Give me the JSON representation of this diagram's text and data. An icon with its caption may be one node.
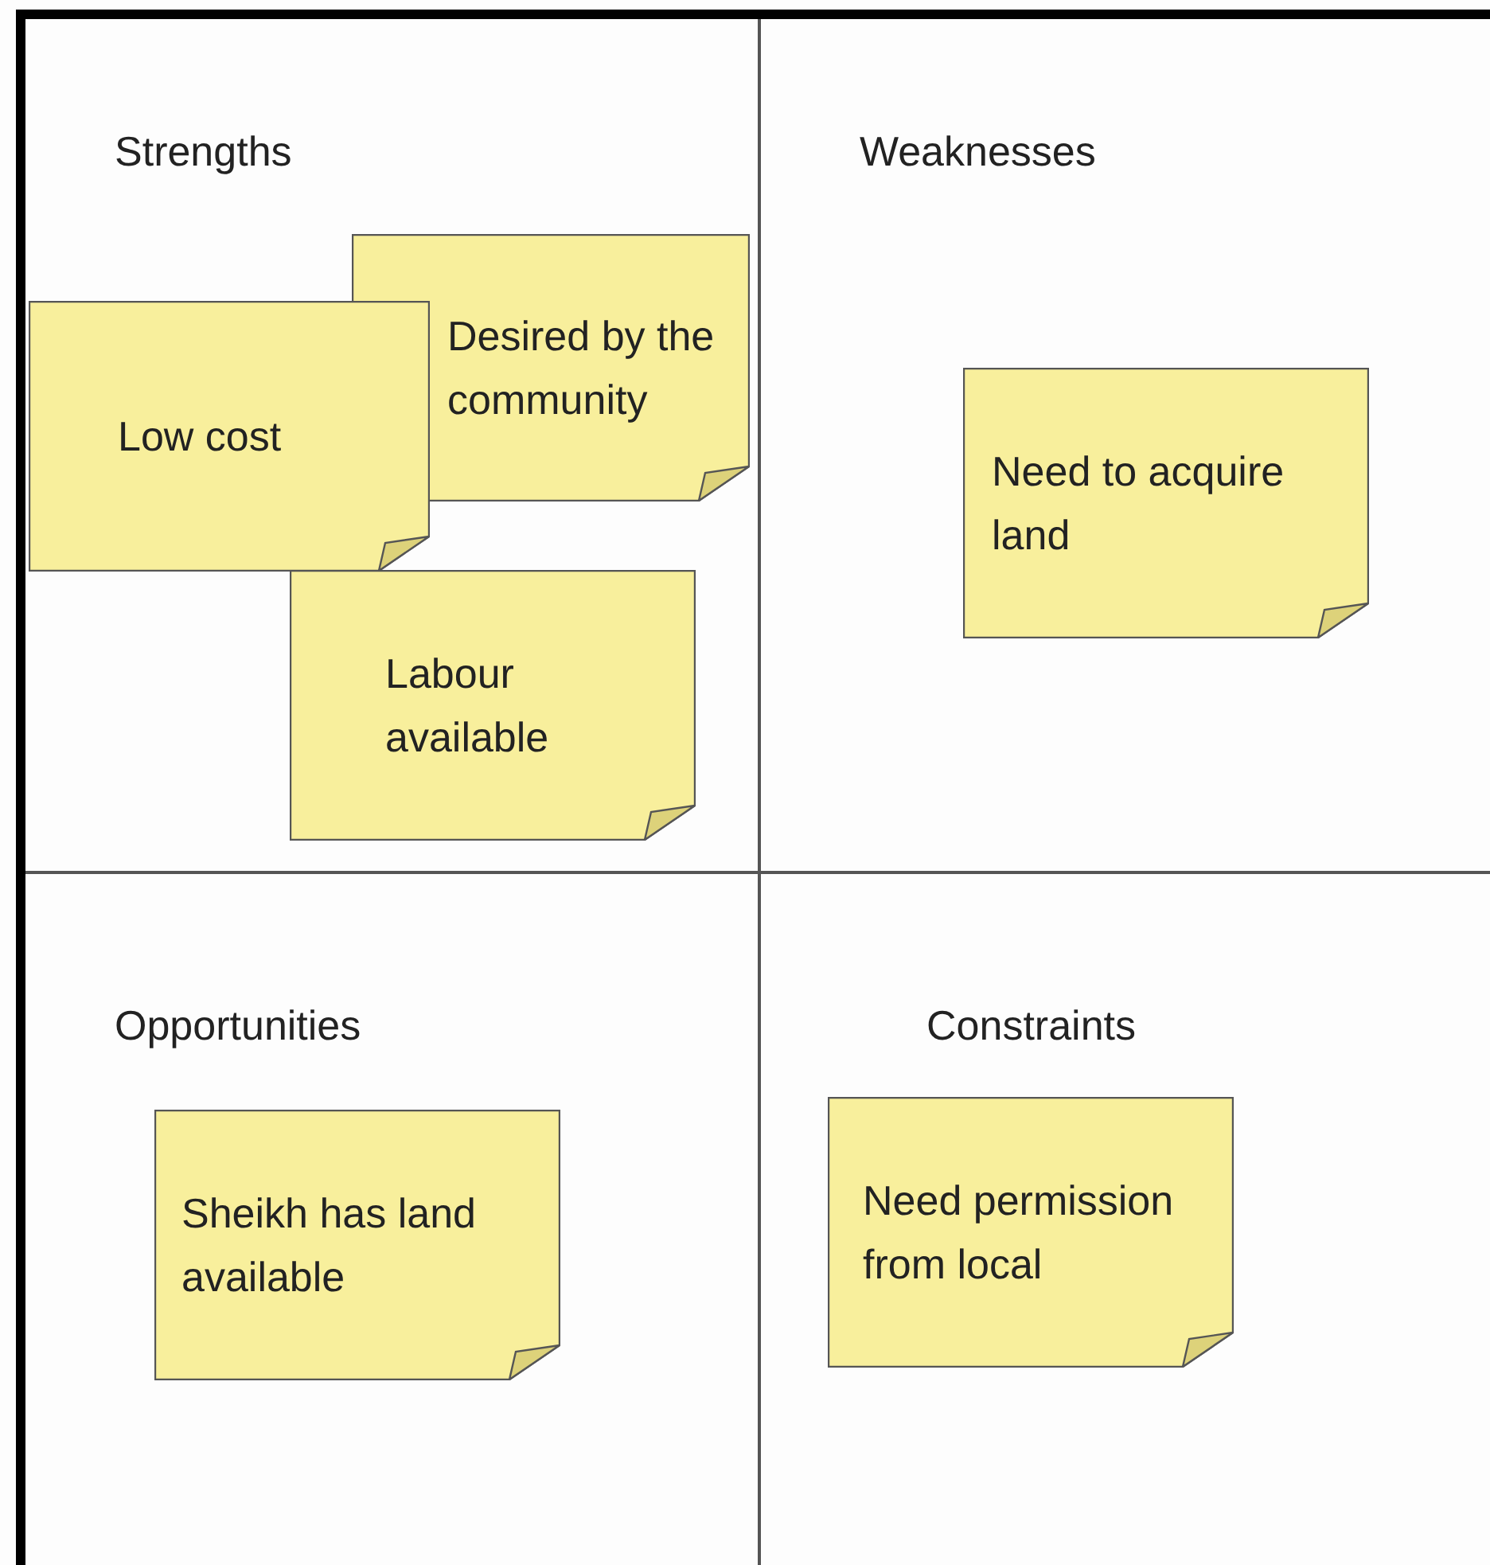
{
  "diagram": {
    "nodes": [
      {
        "text": [
          "Strengths"
        ]
      },
      {
        "text": [
          "Low cost"
        ],
        "in": 0
      },
      {
        "text": [
          "Desired by the community"
        ],
        "in": 0
      },
      {
        "text": [
          "Labour available"
        ],
        "in": 0
      },
      {
        "text": [
          "Weaknesses"
        ]
      },
      {
        "text": [
          "Need to acquire land"
        ],
        "in": 4
      },
      {
        "text": [
          "Opportunities"
        ]
      },
      {
        "text": [
          "Sheikh has land available"
        ],
        "in": 6
      },
      {
        "text": [
          "Constraints"
        ]
      },
      {
        "text": [
          "Need permission from local"
        ],
        "in": 8
      }
    ],
    "edges": []
  }
}
